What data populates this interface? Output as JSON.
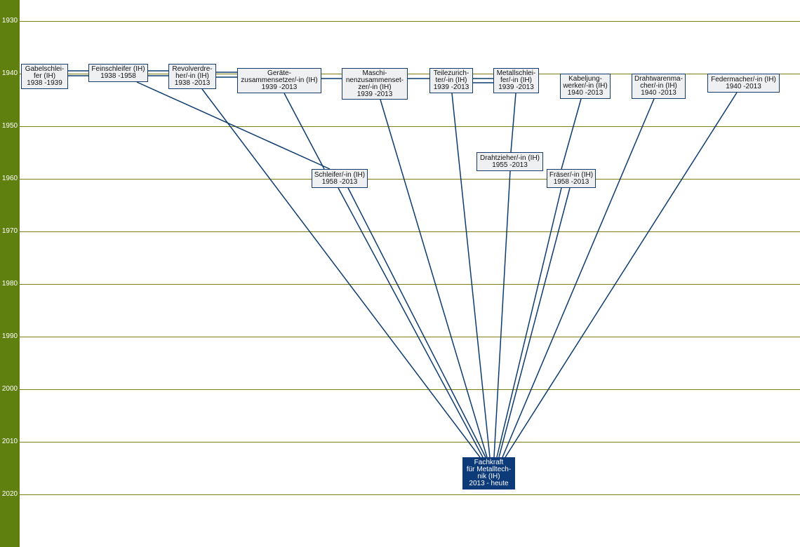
{
  "years": [
    "1930",
    "1940",
    "1950",
    "1960",
    "1970",
    "1980",
    "1990",
    "2000",
    "2010",
    "2020"
  ],
  "nodes": [
    {
      "id": "gabel",
      "name": "Gabelschlei-\nfer (IH)",
      "years": "1938 -1939"
    },
    {
      "id": "fein",
      "name": "Feinschleifer (IH)",
      "years": "1938 -1958"
    },
    {
      "id": "revolver",
      "name": "Revolverdre-\nher/-in (IH)",
      "years": "1938 -2013"
    },
    {
      "id": "geraete",
      "name": "Geräte-\nzusammensetzer/-in (IH)",
      "years": "1939 -2013"
    },
    {
      "id": "maschi",
      "name": "Maschi-\nnenzusammenset-\nzer/-in (IH)",
      "years": "1939 -2013"
    },
    {
      "id": "teile",
      "name": "Teilezurich-\nter/-in (IH)",
      "years": "1939 -2013"
    },
    {
      "id": "metall",
      "name": "Metallschlei-\nfer/-in (IH)",
      "years": "1939 -2013"
    },
    {
      "id": "kabel",
      "name": "Kabeljung-\nwerker/-in (IH)",
      "years": "1940 -2013"
    },
    {
      "id": "drahtw",
      "name": "Drahtwarenma-\ncher/-in (IH)",
      "years": "1940 -2013"
    },
    {
      "id": "feder",
      "name": "Federmacher/-in (IH)",
      "years": "1940 -2013"
    },
    {
      "id": "drahtz",
      "name": "Drahtzieher/-in (IH)",
      "years": "1955 -2013"
    },
    {
      "id": "schleifer",
      "name": "Schleifer/-in (IH)",
      "years": "1958 -2013"
    },
    {
      "id": "fraeser",
      "name": "Fräser/-in (IH)",
      "years": "1958 -2013"
    },
    {
      "id": "target",
      "name": "Fachkraft\nfür Metalltech-\nnik (IH)",
      "years": "2013 - heute"
    }
  ],
  "colors": {
    "axis": "#5f7f0f",
    "line": "#0d3b6e",
    "target": "#0d3b7a"
  }
}
